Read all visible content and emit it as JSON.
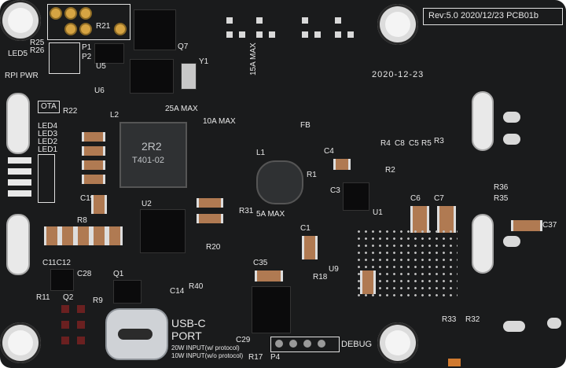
{
  "labels": {
    "rev": "Rev:5.0 2020/12/23 PCB01b",
    "date": "2020-12-23",
    "usb_c": "USB-C",
    "port": "PORT",
    "input_protocol": "20W INPUT(w/ protocol)",
    "input_noprotocol": "10W INPUT(w/o protocol)",
    "debug": "DEBUG",
    "a15max": "15A MAX",
    "a25max": "25A MAX",
    "a10max": "10A MAX",
    "a5max": "5A MAX",
    "led5": "LED5",
    "rpipwr": "RPI PWR",
    "ota": "OTA",
    "led4": "LED4",
    "led3": "LED3",
    "led2": "LED2",
    "led1": "LED1",
    "inductor_l2": "2R2",
    "inductor_l2_part": "T401-02",
    "l2": "L2",
    "l1": "L1",
    "fb": "FB",
    "y1": "Y1",
    "u1": "U1",
    "u2": "U2",
    "u9": "U9",
    "q1": "Q1",
    "q2": "Q2",
    "q7": "Q7",
    "p1": "P1",
    "p2": "P2",
    "p4": "P4",
    "u5": "U5",
    "u6": "U6",
    "r21": "R21",
    "r22": "R22",
    "r25": "R25",
    "r26": "R26",
    "c1": "C1",
    "c3": "C3",
    "c4": "C4",
    "c5": "C5",
    "c6": "C6",
    "c7": "C7",
    "c8": "C8",
    "c14": "C14",
    "c19": "C19",
    "c35": "C35",
    "c37": "C37",
    "r1": "R1",
    "r2": "R2",
    "r3": "R3",
    "r4": "R4",
    "r5": "R5",
    "r8": "R8",
    "r9": "R9",
    "r11": "R11",
    "r18": "R18",
    "r20": "R20",
    "r31": "R31",
    "r32": "R32",
    "r33": "R33",
    "r35": "R35",
    "r36": "R36",
    "r40": "R40",
    "c28": "C28",
    "c29": "C29",
    "c12": "C11C12",
    "r17": "R17"
  },
  "colors": {
    "board": "#1a1b1c",
    "silkscreen": "#e8e8e8",
    "capacitor": "#b07a52",
    "gold": "#d6a443"
  }
}
